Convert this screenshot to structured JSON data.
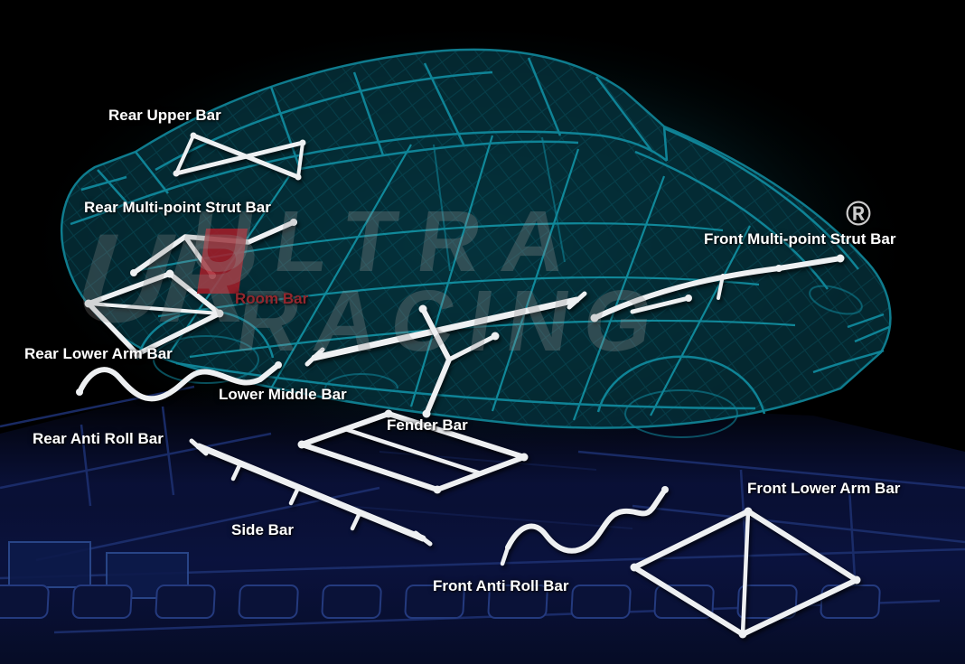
{
  "watermark": {
    "brand_line1": "ULTRA",
    "brand_line2": "RACING",
    "logo_text": "UR",
    "registered_mark": "®"
  },
  "labels": [
    {
      "id": "rear-upper-bar",
      "text": "Rear Upper Bar",
      "color": "#ffffff"
    },
    {
      "id": "rear-multi-point-strut-bar",
      "text": "Rear Multi-point Strut Bar",
      "color": "#ffffff"
    },
    {
      "id": "room-bar",
      "text": "Room Bar",
      "color": "#93272e"
    },
    {
      "id": "rear-lower-arm-bar",
      "text": "Rear Lower Arm Bar",
      "color": "#ffffff"
    },
    {
      "id": "lower-middle-bar",
      "text": "Lower Middle Bar",
      "color": "#ffffff"
    },
    {
      "id": "rear-anti-roll-bar",
      "text": "Rear Anti Roll Bar",
      "color": "#ffffff"
    },
    {
      "id": "fender-bar",
      "text": "Fender Bar",
      "color": "#ffffff"
    },
    {
      "id": "side-bar",
      "text": "Side Bar",
      "color": "#ffffff"
    },
    {
      "id": "front-anti-roll-bar",
      "text": "Front Anti Roll Bar",
      "color": "#ffffff"
    },
    {
      "id": "front-multi-point-strut-bar",
      "text": "Front Multi-point Strut Bar",
      "color": "#ffffff"
    },
    {
      "id": "front-lower-arm-bar",
      "text": "Front Lower Arm Bar",
      "color": "#ffffff"
    }
  ],
  "colors": {
    "background": "#000000",
    "chassis_teal": "#0f7c8e",
    "bar_white": "#eef0f2",
    "label_white": "#ffffff",
    "room_bar_label": "#93272e",
    "floor_navy": "#0b1340",
    "watermark_grey": "#8c8c8c",
    "logo_red": "#a81c28"
  }
}
